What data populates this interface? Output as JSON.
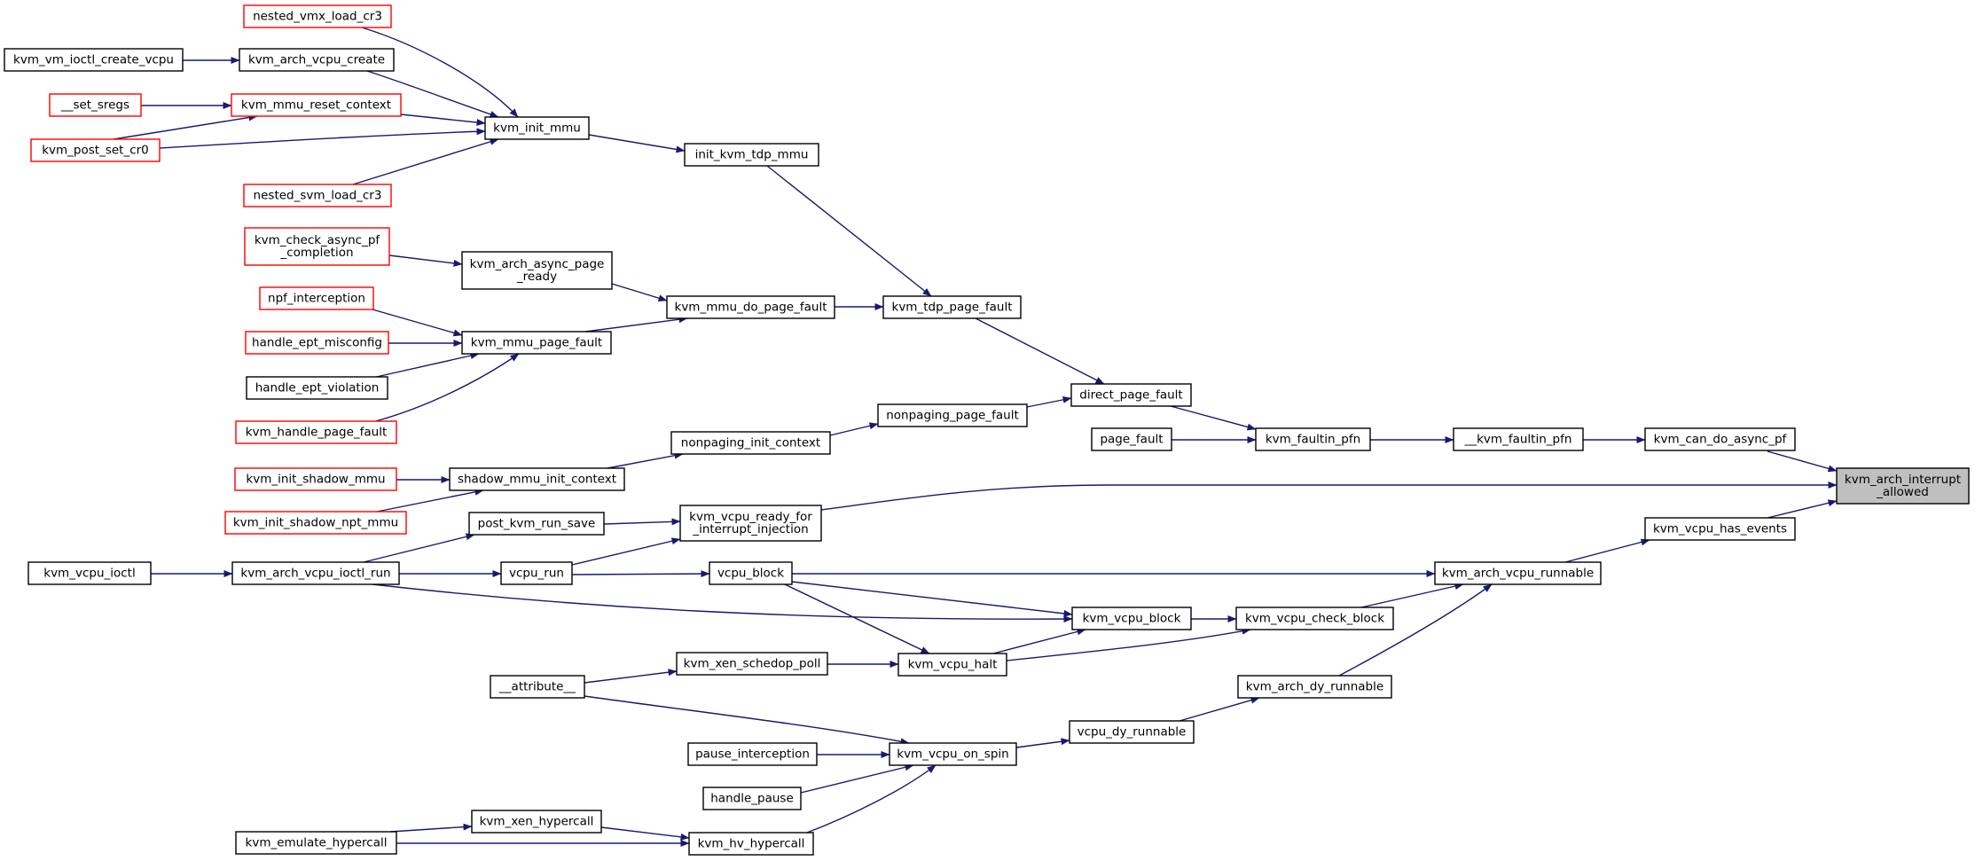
{
  "diagram": {
    "type": "call-graph",
    "direction": "right-to-left",
    "edge_color": "#191970",
    "truncated_border_color": "#ff0000",
    "root_fill": "#bfbfbf",
    "nodes": [
      {
        "id": "nested_vmx_load_cr3",
        "lines": [
          "nested_vmx_load_cr3"
        ],
        "truncated": true
      },
      {
        "id": "kvm_vm_ioctl_create_vcpu",
        "lines": [
          "kvm_vm_ioctl_create_vcpu"
        ]
      },
      {
        "id": "kvm_arch_vcpu_create",
        "lines": [
          "kvm_arch_vcpu_create"
        ]
      },
      {
        "id": "__set_sregs",
        "lines": [
          "__set_sregs"
        ],
        "truncated": true
      },
      {
        "id": "kvm_mmu_reset_context",
        "lines": [
          "kvm_mmu_reset_context"
        ],
        "truncated": true
      },
      {
        "id": "kvm_init_mmu",
        "lines": [
          "kvm_init_mmu"
        ]
      },
      {
        "id": "kvm_post_set_cr0",
        "lines": [
          "kvm_post_set_cr0"
        ],
        "truncated": true
      },
      {
        "id": "init_kvm_tdp_mmu",
        "lines": [
          "init_kvm_tdp_mmu"
        ]
      },
      {
        "id": "nested_svm_load_cr3",
        "lines": [
          "nested_svm_load_cr3"
        ],
        "truncated": true
      },
      {
        "id": "kvm_check_async_pf_completion",
        "lines": [
          "kvm_check_async_pf",
          "_completion"
        ],
        "truncated": true
      },
      {
        "id": "kvm_arch_async_page_ready",
        "lines": [
          "kvm_arch_async_page",
          "_ready"
        ]
      },
      {
        "id": "npf_interception",
        "lines": [
          "npf_interception"
        ],
        "truncated": true
      },
      {
        "id": "kvm_mmu_do_page_fault",
        "lines": [
          "kvm_mmu_do_page_fault"
        ]
      },
      {
        "id": "kvm_tdp_page_fault",
        "lines": [
          "kvm_tdp_page_fault"
        ]
      },
      {
        "id": "handle_ept_misconfig",
        "lines": [
          "handle_ept_misconfig"
        ],
        "truncated": true
      },
      {
        "id": "kvm_mmu_page_fault",
        "lines": [
          "kvm_mmu_page_fault"
        ]
      },
      {
        "id": "handle_ept_violation",
        "lines": [
          "handle_ept_violation"
        ]
      },
      {
        "id": "direct_page_fault",
        "lines": [
          "direct_page_fault"
        ]
      },
      {
        "id": "nonpaging_page_fault",
        "lines": [
          "nonpaging_page_fault"
        ]
      },
      {
        "id": "kvm_handle_page_fault",
        "lines": [
          "kvm_handle_page_fault"
        ],
        "truncated": true
      },
      {
        "id": "page_fault",
        "lines": [
          "page_fault"
        ]
      },
      {
        "id": "kvm_faultin_pfn",
        "lines": [
          "kvm_faultin_pfn"
        ]
      },
      {
        "id": "__kvm_faultin_pfn",
        "lines": [
          "__kvm_faultin_pfn"
        ]
      },
      {
        "id": "kvm_can_do_async_pf",
        "lines": [
          "kvm_can_do_async_pf"
        ]
      },
      {
        "id": "nonpaging_init_context",
        "lines": [
          "nonpaging_init_context"
        ]
      },
      {
        "id": "kvm_init_shadow_mmu",
        "lines": [
          "kvm_init_shadow_mmu"
        ],
        "truncated": true
      },
      {
        "id": "shadow_mmu_init_context",
        "lines": [
          "shadow_mmu_init_context"
        ]
      },
      {
        "id": "kvm_arch_interrupt_allowed",
        "lines": [
          "kvm_arch_interrupt",
          "_allowed"
        ],
        "root": true
      },
      {
        "id": "kvm_vcpu_ready_for_interrupt_injection",
        "lines": [
          "kvm_vcpu_ready_for",
          "_interrupt_injection"
        ]
      },
      {
        "id": "kvm_init_shadow_npt_mmu",
        "lines": [
          "kvm_init_shadow_npt_mmu"
        ],
        "truncated": true
      },
      {
        "id": "post_kvm_run_save",
        "lines": [
          "post_kvm_run_save"
        ]
      },
      {
        "id": "kvm_vcpu_has_events",
        "lines": [
          "kvm_vcpu_has_events"
        ]
      },
      {
        "id": "kvm_vcpu_ioctl",
        "lines": [
          "kvm_vcpu_ioctl"
        ]
      },
      {
        "id": "kvm_arch_vcpu_ioctl_run",
        "lines": [
          "kvm_arch_vcpu_ioctl_run"
        ]
      },
      {
        "id": "vcpu_run",
        "lines": [
          "vcpu_run"
        ]
      },
      {
        "id": "vcpu_block",
        "lines": [
          "vcpu_block"
        ]
      },
      {
        "id": "kvm_arch_vcpu_runnable",
        "lines": [
          "kvm_arch_vcpu_runnable"
        ]
      },
      {
        "id": "kvm_vcpu_block",
        "lines": [
          "kvm_vcpu_block"
        ]
      },
      {
        "id": "kvm_vcpu_check_block",
        "lines": [
          "kvm_vcpu_check_block"
        ]
      },
      {
        "id": "kvm_xen_schedop_poll",
        "lines": [
          "kvm_xen_schedop_poll"
        ]
      },
      {
        "id": "kvm_vcpu_halt",
        "lines": [
          "kvm_vcpu_halt"
        ]
      },
      {
        "id": "__attribute__",
        "lines": [
          "__attribute__"
        ]
      },
      {
        "id": "kvm_arch_dy_runnable",
        "lines": [
          "kvm_arch_dy_runnable"
        ]
      },
      {
        "id": "vcpu_dy_runnable",
        "lines": [
          "vcpu_dy_runnable"
        ]
      },
      {
        "id": "pause_interception",
        "lines": [
          "pause_interception"
        ]
      },
      {
        "id": "kvm_vcpu_on_spin",
        "lines": [
          "kvm_vcpu_on_spin"
        ]
      },
      {
        "id": "handle_pause",
        "lines": [
          "handle_pause"
        ]
      },
      {
        "id": "kvm_xen_hypercall",
        "lines": [
          "kvm_xen_hypercall"
        ]
      },
      {
        "id": "kvm_emulate_hypercall",
        "lines": [
          "kvm_emulate_hypercall"
        ]
      },
      {
        "id": "kvm_hv_hypercall",
        "lines": [
          "kvm_hv_hypercall"
        ]
      }
    ],
    "edges": [
      {
        "from": "kvm_can_do_async_pf",
        "to": "kvm_arch_interrupt_allowed"
      },
      {
        "from": "kvm_vcpu_ready_for_interrupt_injection",
        "to": "kvm_arch_interrupt_allowed"
      },
      {
        "from": "kvm_vcpu_has_events",
        "to": "kvm_arch_interrupt_allowed"
      },
      {
        "from": "__kvm_faultin_pfn",
        "to": "kvm_can_do_async_pf"
      },
      {
        "from": "kvm_faultin_pfn",
        "to": "__kvm_faultin_pfn"
      },
      {
        "from": "direct_page_fault",
        "to": "kvm_faultin_pfn"
      },
      {
        "from": "page_fault",
        "to": "kvm_faultin_pfn"
      },
      {
        "from": "kvm_tdp_page_fault",
        "to": "direct_page_fault"
      },
      {
        "from": "nonpaging_page_fault",
        "to": "direct_page_fault"
      },
      {
        "from": "init_kvm_tdp_mmu",
        "to": "kvm_tdp_page_fault"
      },
      {
        "from": "kvm_mmu_do_page_fault",
        "to": "kvm_tdp_page_fault"
      },
      {
        "from": "kvm_init_mmu",
        "to": "init_kvm_tdp_mmu"
      },
      {
        "from": "nested_vmx_load_cr3",
        "to": "kvm_init_mmu"
      },
      {
        "from": "kvm_arch_vcpu_create",
        "to": "kvm_init_mmu"
      },
      {
        "from": "kvm_mmu_reset_context",
        "to": "kvm_init_mmu"
      },
      {
        "from": "kvm_post_set_cr0",
        "to": "kvm_init_mmu"
      },
      {
        "from": "nested_svm_load_cr3",
        "to": "kvm_init_mmu"
      },
      {
        "from": "kvm_vm_ioctl_create_vcpu",
        "to": "kvm_arch_vcpu_create"
      },
      {
        "from": "__set_sregs",
        "to": "kvm_mmu_reset_context"
      },
      {
        "from": "kvm_post_set_cr0",
        "to": "kvm_mmu_reset_context"
      },
      {
        "from": "kvm_arch_async_page_ready",
        "to": "kvm_mmu_do_page_fault"
      },
      {
        "from": "kvm_mmu_page_fault",
        "to": "kvm_mmu_do_page_fault"
      },
      {
        "from": "kvm_check_async_pf_completion",
        "to": "kvm_arch_async_page_ready"
      },
      {
        "from": "npf_interception",
        "to": "kvm_mmu_page_fault"
      },
      {
        "from": "handle_ept_misconfig",
        "to": "kvm_mmu_page_fault"
      },
      {
        "from": "handle_ept_violation",
        "to": "kvm_mmu_page_fault"
      },
      {
        "from": "kvm_handle_page_fault",
        "to": "kvm_mmu_page_fault"
      },
      {
        "from": "nonpaging_init_context",
        "to": "nonpaging_page_fault"
      },
      {
        "from": "shadow_mmu_init_context",
        "to": "nonpaging_init_context"
      },
      {
        "from": "kvm_init_shadow_mmu",
        "to": "shadow_mmu_init_context"
      },
      {
        "from": "kvm_init_shadow_npt_mmu",
        "to": "shadow_mmu_init_context"
      },
      {
        "from": "post_kvm_run_save",
        "to": "kvm_vcpu_ready_for_interrupt_injection"
      },
      {
        "from": "vcpu_run",
        "to": "kvm_vcpu_ready_for_interrupt_injection"
      },
      {
        "from": "kvm_arch_vcpu_ioctl_run",
        "to": "post_kvm_run_save"
      },
      {
        "from": "kvm_arch_vcpu_ioctl_run",
        "to": "vcpu_run"
      },
      {
        "from": "kvm_arch_vcpu_ioctl_run",
        "to": "kvm_vcpu_block"
      },
      {
        "from": "kvm_vcpu_ioctl",
        "to": "kvm_arch_vcpu_ioctl_run"
      },
      {
        "from": "vcpu_run",
        "to": "vcpu_block"
      },
      {
        "from": "kvm_arch_vcpu_runnable",
        "to": "kvm_vcpu_has_events"
      },
      {
        "from": "vcpu_block",
        "to": "kvm_arch_vcpu_runnable"
      },
      {
        "from": "kvm_vcpu_check_block",
        "to": "kvm_arch_vcpu_runnable"
      },
      {
        "from": "kvm_arch_dy_runnable",
        "to": "kvm_arch_vcpu_runnable"
      },
      {
        "from": "vcpu_block",
        "to": "kvm_vcpu_block"
      },
      {
        "from": "vcpu_block",
        "to": "kvm_vcpu_halt"
      },
      {
        "from": "kvm_vcpu_halt",
        "to": "kvm_vcpu_block"
      },
      {
        "from": "kvm_vcpu_block",
        "to": "kvm_vcpu_check_block"
      },
      {
        "from": "kvm_vcpu_halt",
        "to": "kvm_vcpu_check_block"
      },
      {
        "from": "kvm_xen_schedop_poll",
        "to": "kvm_vcpu_halt"
      },
      {
        "from": "__attribute__",
        "to": "kvm_xen_schedop_poll"
      },
      {
        "from": "__attribute__",
        "to": "kvm_vcpu_on_spin"
      },
      {
        "from": "vcpu_dy_runnable",
        "to": "kvm_arch_dy_runnable"
      },
      {
        "from": "kvm_vcpu_on_spin",
        "to": "vcpu_dy_runnable"
      },
      {
        "from": "pause_interception",
        "to": "kvm_vcpu_on_spin"
      },
      {
        "from": "handle_pause",
        "to": "kvm_vcpu_on_spin"
      },
      {
        "from": "kvm_hv_hypercall",
        "to": "kvm_vcpu_on_spin"
      },
      {
        "from": "kvm_emulate_hypercall",
        "to": "kvm_xen_hypercall"
      },
      {
        "from": "kvm_emulate_hypercall",
        "to": "kvm_hv_hypercall"
      },
      {
        "from": "kvm_xen_hypercall",
        "to": "kvm_hv_hypercall"
      }
    ]
  }
}
